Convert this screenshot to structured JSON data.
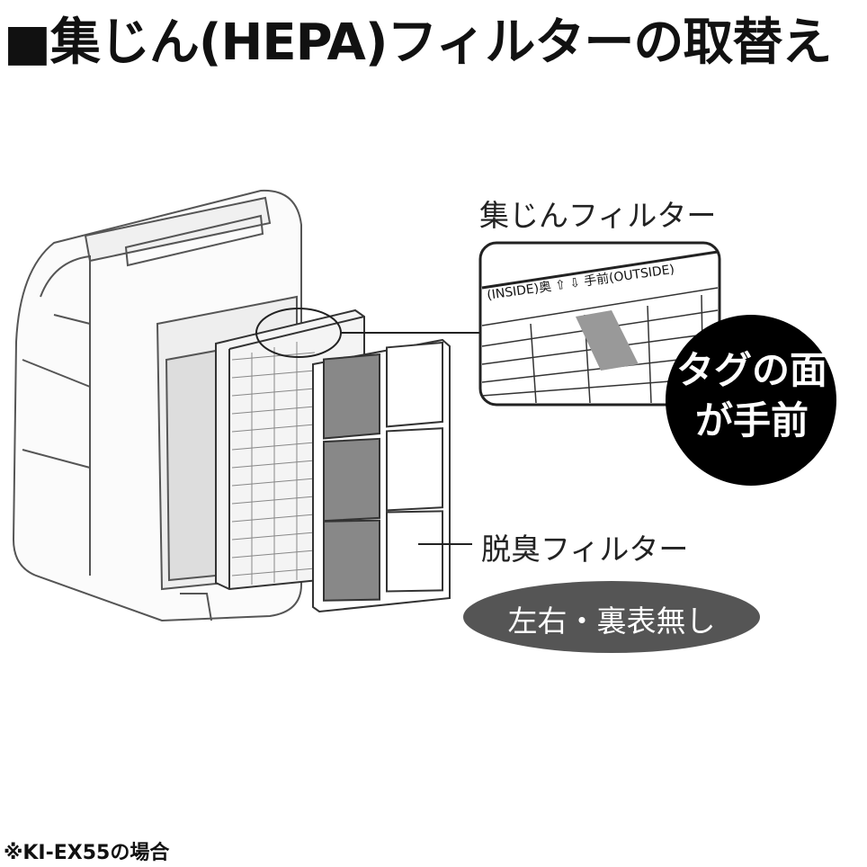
{
  "title": "■集じん(HEPA)フィルターの取替え",
  "labels": {
    "hepa_filter": "集じんフィルター",
    "deodorizing_filter": "脱臭フィルター",
    "callout_inside": "(INSIDE)奥",
    "callout_outside": "手前(OUTSIDE)"
  },
  "badge": {
    "line1": "タグの面",
    "line2": "が手前"
  },
  "note_oval": "左右・裏表無し",
  "footnote": "※KI-EX55の場合",
  "colors": {
    "badge": "#000000",
    "oval": "#555555"
  }
}
